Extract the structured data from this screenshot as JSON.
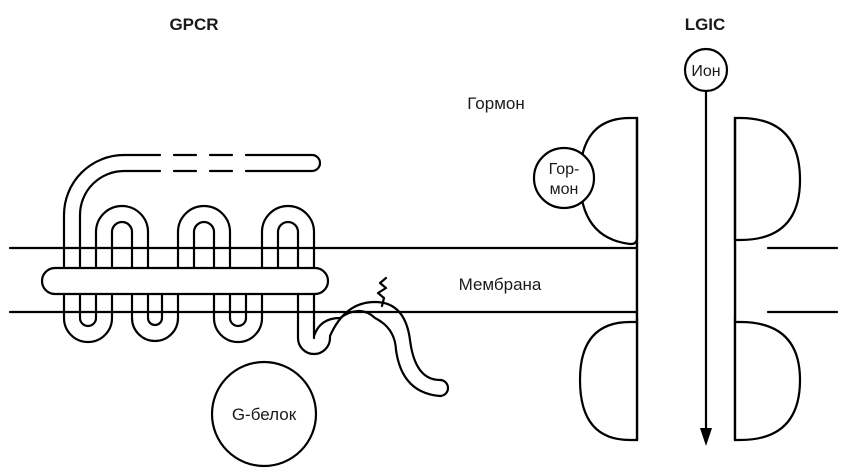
{
  "titles": {
    "gpcr": "GPCR",
    "lgic": "LGIC"
  },
  "labels": {
    "hormone": "Гормон",
    "hormone_split_line1": "Гор-",
    "hormone_split_line2": "мон",
    "ion": "Ион",
    "membrane": "Мембрана",
    "g_protein": "G-белок"
  },
  "colors": {
    "stroke": "#000000",
    "background": "#ffffff",
    "text": "#1a1a1a"
  },
  "icons": {
    "flow_arrow": "arrow-down-icon",
    "anchor": "zigzag-lipid-anchor-icon"
  }
}
